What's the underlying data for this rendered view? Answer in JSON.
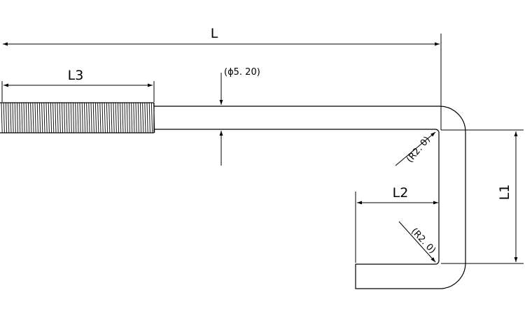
{
  "drawing": {
    "dimensions": {
      "overall_length": "L",
      "thread_length": "L3",
      "hook_width": "L2",
      "hook_height": "L1"
    },
    "annotations": {
      "diameter": "(ϕ5. 20)",
      "radius_upper": "(R2. 0)",
      "radius_lower": "(R2. 0)"
    },
    "colors": {
      "line": "#000000",
      "background": "#ffffff"
    }
  }
}
